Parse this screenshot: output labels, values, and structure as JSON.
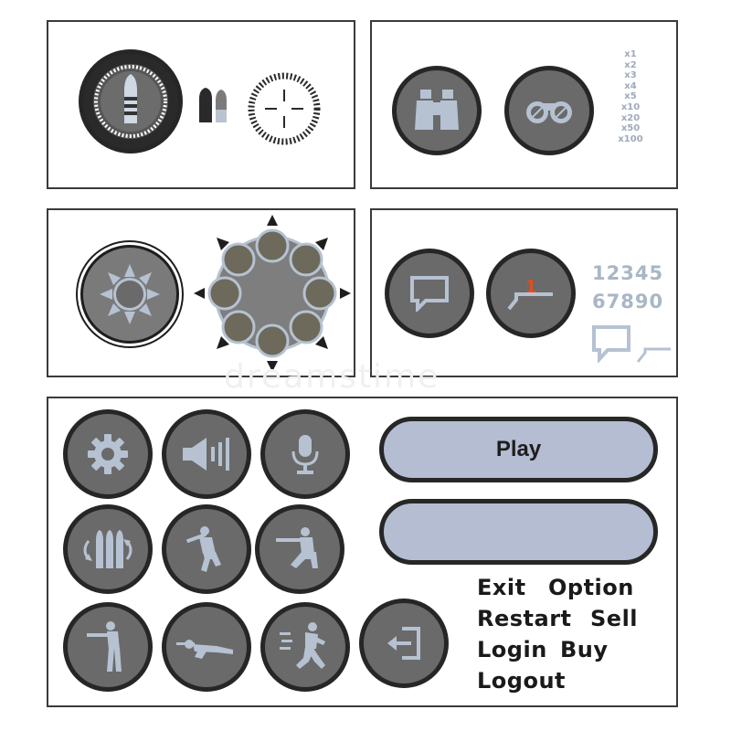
{
  "watermark": "dreamstime",
  "zoom_levels": [
    "x1",
    "x2",
    "x3",
    "x4",
    "x5",
    "x10",
    "x20",
    "x50",
    "x100"
  ],
  "digits": {
    "row1": "12345",
    "row2": "67890"
  },
  "badge_number": "1",
  "buttons": {
    "play_label": "Play",
    "second_label": ""
  },
  "menu": {
    "exit": "Exit",
    "option": "Option",
    "restart": "Restart",
    "sell": "Sell",
    "login": "Login",
    "buy": "Buy",
    "logout": "Logout"
  },
  "colors": {
    "button_fill": "#6a6a6a",
    "button_border": "#262626",
    "icon_light": "#b6c2d2",
    "pill_fill": "#b5bdd3",
    "badge_orange": "#f04a14",
    "text_dark": "#1a1a1a"
  },
  "icons": [
    "bullet-icon",
    "ammo-icon",
    "crosshair-icon",
    "binoculars-icon",
    "scope-icon",
    "sun-icon",
    "chat-icon",
    "message-badge-icon",
    "gear-icon",
    "speaker-icon",
    "microphone-icon",
    "reload-icon",
    "soldier-crouch-icon",
    "soldier-kneel-aim-icon",
    "soldier-stand-aim-icon",
    "soldier-prone-icon",
    "soldier-run-icon",
    "exit-door-icon"
  ]
}
